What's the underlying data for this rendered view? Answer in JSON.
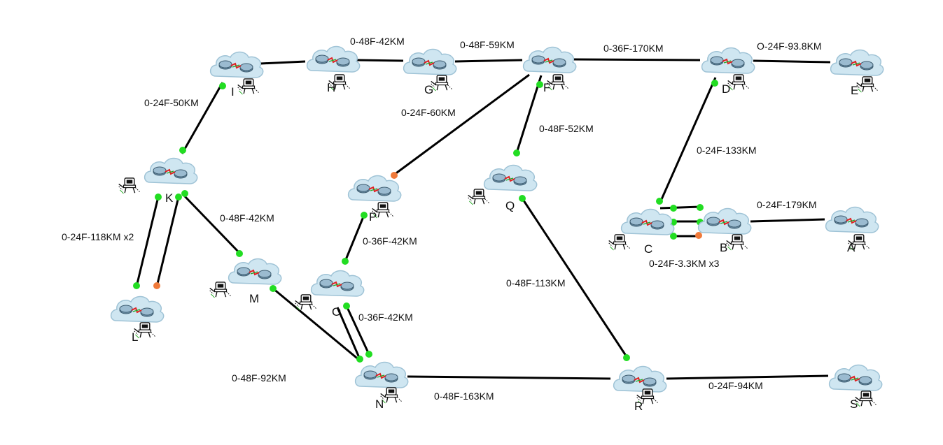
{
  "colors": {
    "cloud_fill": "#cfe6f1",
    "cloud_stroke": "#9fc3d6",
    "link": "#000000",
    "port_up": "#22dd22",
    "port_alert": "#f07a3a",
    "label": "#111111"
  },
  "node_icon": "router-cloud-icon",
  "terminal_icon": "network-device-terminal-icon",
  "nodes": [
    {
      "id": "I",
      "label": "I"
    },
    {
      "id": "H",
      "label": "H"
    },
    {
      "id": "G",
      "label": "G"
    },
    {
      "id": "F",
      "label": "F"
    },
    {
      "id": "D",
      "label": "D"
    },
    {
      "id": "E",
      "label": "E"
    },
    {
      "id": "K",
      "label": "K"
    },
    {
      "id": "P",
      "label": "P"
    },
    {
      "id": "Q",
      "label": "Q"
    },
    {
      "id": "C",
      "label": "C"
    },
    {
      "id": "B",
      "label": "B"
    },
    {
      "id": "A",
      "label": "A"
    },
    {
      "id": "L",
      "label": "L"
    },
    {
      "id": "M",
      "label": "M"
    },
    {
      "id": "O",
      "label": "O"
    },
    {
      "id": "N",
      "label": "N"
    },
    {
      "id": "R",
      "label": "R"
    },
    {
      "id": "S",
      "label": "S"
    }
  ],
  "links": [
    {
      "from": "I",
      "to": "H",
      "label": ""
    },
    {
      "from": "H",
      "to": "G",
      "label": "0-48F-42KM"
    },
    {
      "from": "G",
      "to": "F",
      "label": "0-48F-59KM"
    },
    {
      "from": "F",
      "to": "D",
      "label": "0-36F-170KM"
    },
    {
      "from": "D",
      "to": "E",
      "label": "O-24F-93.8KM"
    },
    {
      "from": "I",
      "to": "K",
      "label": "0-24F-50KM"
    },
    {
      "from": "F",
      "to": "P",
      "label": "0-24F-60KM"
    },
    {
      "from": "F",
      "to": "Q",
      "label": "0-48F-52KM"
    },
    {
      "from": "D",
      "to": "C",
      "label": "0-24F-133KM"
    },
    {
      "from": "B",
      "to": "A",
      "label": "0-24F-179KM"
    },
    {
      "from": "K",
      "to": "L",
      "label": "0-24F-118KM x2"
    },
    {
      "from": "K",
      "to": "M",
      "label": "0-48F-42KM"
    },
    {
      "from": "P",
      "to": "O",
      "label": "0-36F-42KM"
    },
    {
      "from": "C",
      "to": "B",
      "label": "0-24F-3.3KM x3"
    },
    {
      "from": "Q",
      "to": "R",
      "label": "0-48F-113KM"
    },
    {
      "from": "O",
      "to": "N",
      "label": "0-36F-42KM"
    },
    {
      "from": "M",
      "to": "N",
      "label": "0-48F-92KM"
    },
    {
      "from": "N",
      "to": "R",
      "label": "0-48F-163KM"
    },
    {
      "from": "R",
      "to": "S",
      "label": "0-24F-94KM"
    }
  ]
}
